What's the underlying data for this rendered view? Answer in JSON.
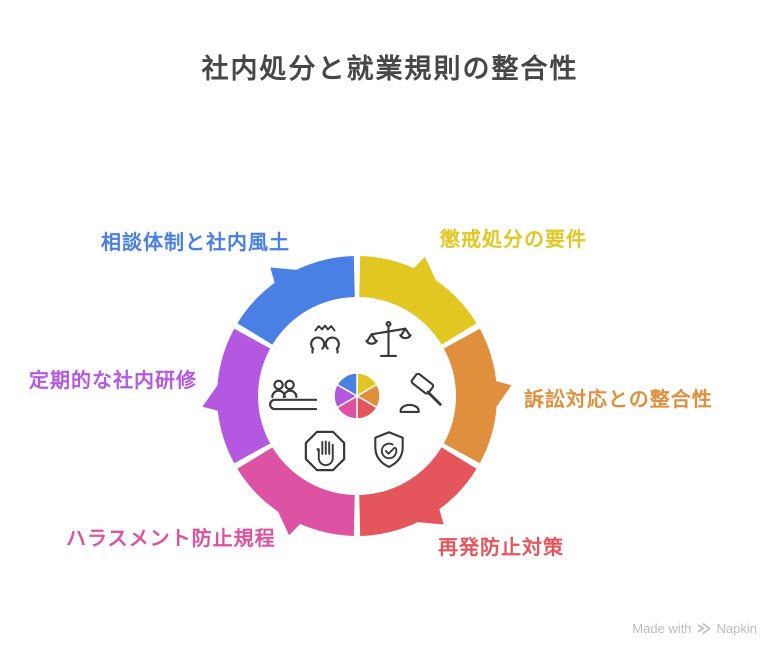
{
  "title": {
    "text": "社内処分と就業規則の整合性",
    "color": "#474747"
  },
  "watermark": {
    "prefix": "Made with",
    "brand": "Napkin"
  },
  "diagram": {
    "type": "circular-cycle",
    "center_chart": "pie",
    "icon_color": "#3a3a3a",
    "segments": [
      {
        "id": "choukai",
        "label": "懲戒処分の要件",
        "color": "#E2C722",
        "icon": "scales-icon",
        "position": "top-right",
        "angle_start": 0,
        "angle_end": 60
      },
      {
        "id": "soshou",
        "label": "訴訟対応との整合性",
        "color": "#E08F3C",
        "icon": "gavel-icon",
        "position": "right",
        "angle_start": 60,
        "angle_end": 120
      },
      {
        "id": "saihatsu",
        "label": "再発防止対策",
        "color": "#E4555C",
        "icon": "shield-check-icon",
        "position": "bottom-right",
        "angle_start": 120,
        "angle_end": 180
      },
      {
        "id": "harasumento",
        "label": "ハラスメント防止規程",
        "color": "#DD52A2",
        "icon": "stop-hand-icon",
        "position": "bottom-left",
        "angle_start": 180,
        "angle_end": 240
      },
      {
        "id": "kenshuu",
        "label": "定期的な社内研修",
        "color": "#B458E2",
        "icon": "training-desk-icon",
        "position": "left",
        "angle_start": 240,
        "angle_end": 300
      },
      {
        "id": "soudan",
        "label": "相談体制と社内風土",
        "color": "#4A80E3",
        "icon": "people-gear-icon",
        "position": "top-left",
        "angle_start": 300,
        "angle_end": 360
      }
    ]
  }
}
